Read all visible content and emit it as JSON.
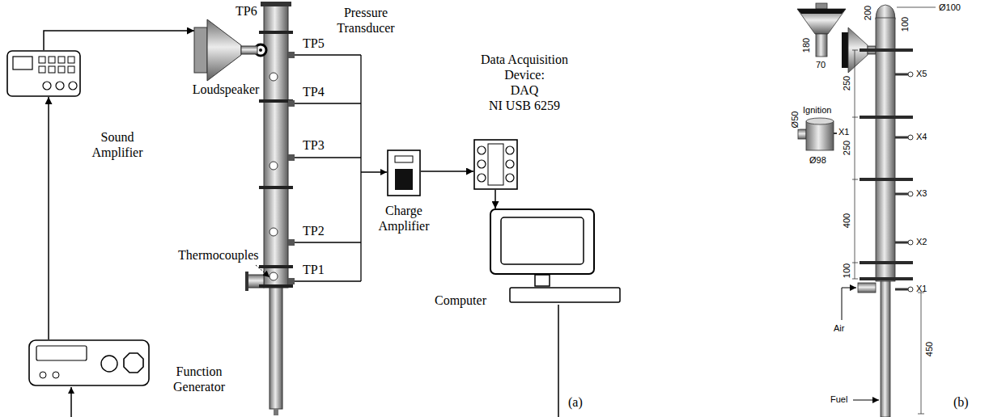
{
  "diagram": {
    "nodes": [
      {
        "text": [
          "Sound Amplifier"
        ]
      },
      {
        "text": [
          "Loudspeaker"
        ]
      },
      {
        "text": [
          "Function Generator"
        ]
      },
      {
        "text": [
          "Charge Amplifier"
        ]
      },
      {
        "text": [
          "Data Acquisition Device:",
          "DAQ",
          "NI USB 6259"
        ]
      },
      {
        "text": [
          "Computer"
        ]
      }
    ],
    "edges": [
      {
        "from": 2,
        "to": 0,
        "arrow": "to"
      },
      {
        "from": 0,
        "to": 1,
        "arrow": "to"
      },
      {
        "from": 3,
        "to": 4,
        "arrow": "to"
      },
      {
        "from": 4,
        "to": 5,
        "arrow": "to"
      }
    ],
    "labels": [
      "TP6",
      "Pressure Transducer",
      "TP5",
      "TP4",
      "TP3",
      "TP2",
      "Thermocouples",
      "TP1",
      "(a)",
      "Ø100",
      "200",
      "100",
      "180",
      "70",
      "X5",
      "250",
      "Ignition",
      "Ø50",
      "X1",
      "Ø98",
      "X4",
      "250",
      "X3",
      "400",
      "X2",
      "100",
      "X1",
      "Air",
      "450",
      "Fuel",
      "(b)"
    ]
  }
}
